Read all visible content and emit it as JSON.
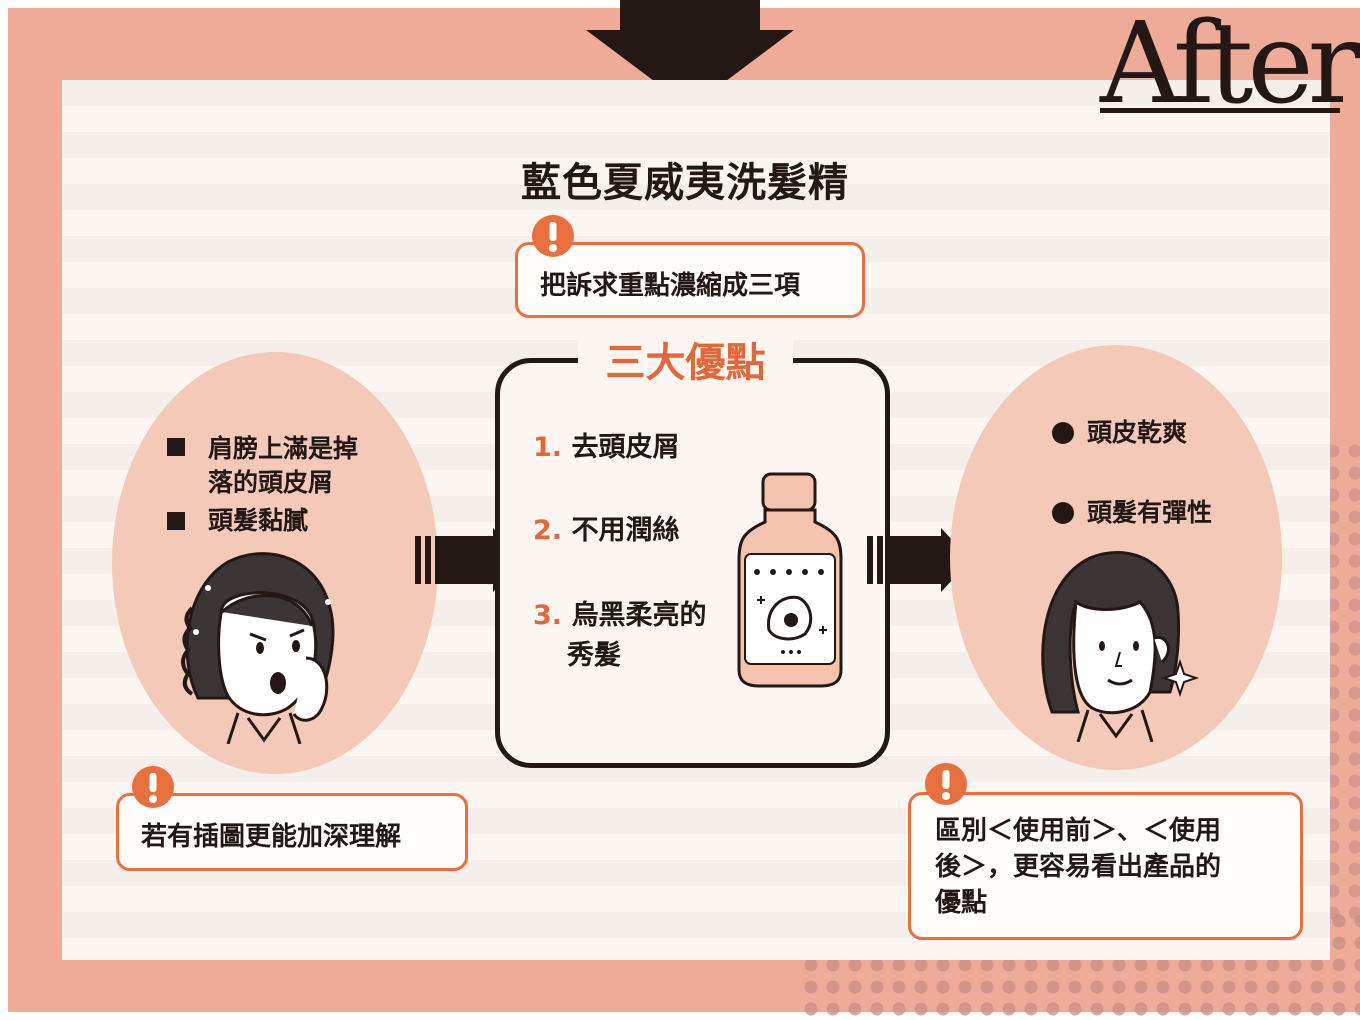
{
  "header": {
    "label": "After",
    "title": "藍色夏威夷洗髮精"
  },
  "callouts": {
    "top": "把訴求重點濃縮成三項",
    "left": "若有插圖更能加深理解",
    "right_lines": [
      "區別＜使用前＞、＜使用",
      "後＞，更容易看出產品的",
      "優點"
    ]
  },
  "before": {
    "bullets": [
      {
        "lines": [
          "肩膀上滿是掉",
          "落的頭皮屑"
        ]
      },
      {
        "lines": [
          "頭髮黏膩"
        ]
      }
    ]
  },
  "advantages": {
    "title": "三大優點",
    "items": [
      {
        "num": "1.",
        "lines": [
          "去頭皮屑"
        ]
      },
      {
        "num": "2.",
        "lines": [
          "不用潤絲"
        ]
      },
      {
        "num": "3.",
        "lines": [
          "烏黑柔亮的",
          "秀髮"
        ]
      }
    ]
  },
  "after_state": {
    "bullets": [
      "頭皮乾爽",
      "頭髮有彈性"
    ]
  },
  "colors": {
    "accent": "#e8703f",
    "salmon": "#eeab97",
    "ellipse": "#f4c9b8"
  }
}
